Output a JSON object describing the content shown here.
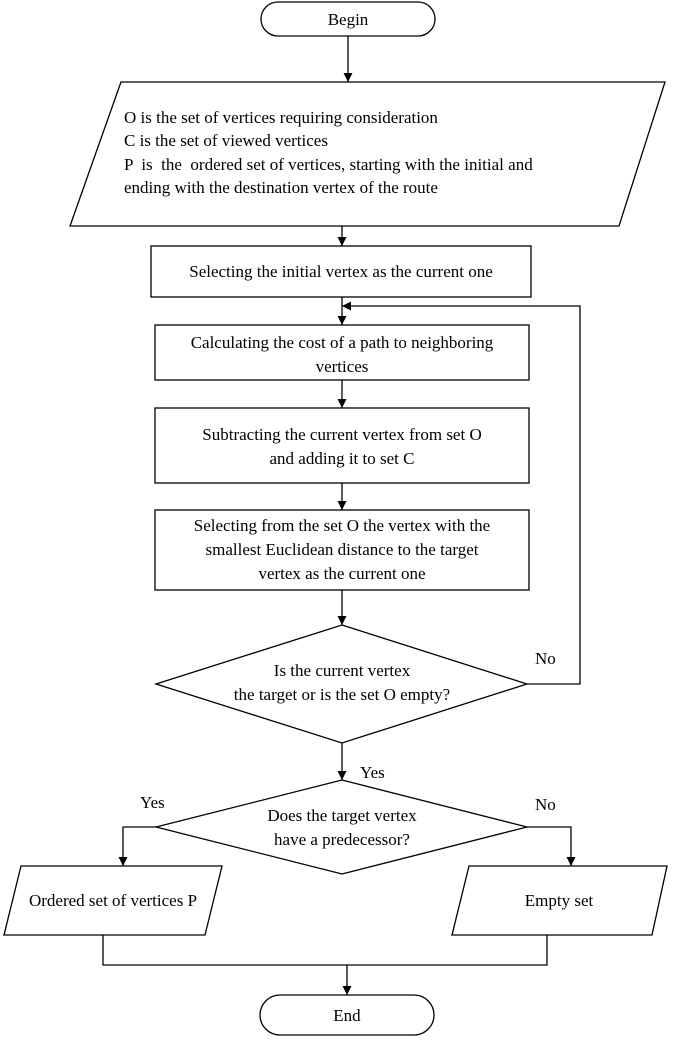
{
  "nodes": {
    "begin": "Begin",
    "input": [
      "O is the set of vertices requiring consideration",
      "C is the set of viewed vertices",
      "P  is  the  ordered set of vertices, starting with the initial and",
      "ending with the destination vertex of the route"
    ],
    "select_initial": "Selecting the initial vertex as the current one",
    "calc_cost": [
      "Calculating the cost of a path to neighboring",
      "vertices"
    ],
    "subtract": [
      "Subtracting the current vertex from set O",
      "and adding it to set C"
    ],
    "select_from_o": [
      "Selecting from the set O the vertex with the",
      "smallest Euclidean distance to the target",
      "vertex as the current one"
    ],
    "decision_target": [
      "Is the current vertex",
      "the target or is the set O empty?"
    ],
    "decision_predecessor": [
      "Does the target vertex",
      "have a predecessor?"
    ],
    "output_p": "Ordered set of vertices P",
    "output_empty": "Empty set",
    "end": "End"
  },
  "labels": {
    "no_loop": "No",
    "yes_down": "Yes",
    "yes_left": "Yes",
    "no_right": "No"
  }
}
